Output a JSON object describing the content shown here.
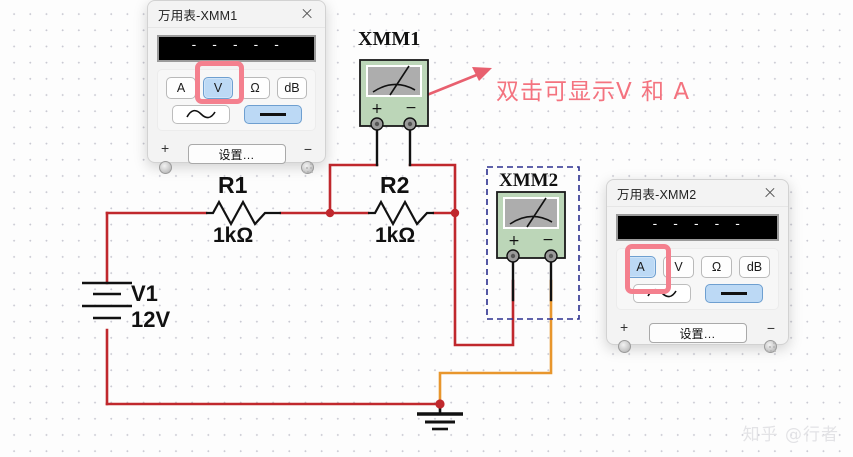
{
  "canvas": {
    "background_color": "#fdfdfd",
    "grid_dot_color": "#c9c9d2",
    "wire_red": "#c0282d",
    "wire_orange": "#e8962c",
    "wire_black": "#111111",
    "selection_color": "#2b2f8f",
    "annotation_color": "#f4737f"
  },
  "annotation": {
    "text": "双击可显示V 和 A"
  },
  "watermark": {
    "text": "知乎 @行者"
  },
  "circuit": {
    "source": {
      "ref": "V1",
      "value": "12V"
    },
    "resistors": [
      {
        "ref": "R1",
        "value": "1kΩ"
      },
      {
        "ref": "R2",
        "value": "1kΩ"
      }
    ],
    "instruments": [
      {
        "ref": "XMM1",
        "selected": false,
        "plus": "+",
        "minus": "−"
      },
      {
        "ref": "XMM2",
        "selected": true,
        "plus": "+",
        "minus": "−"
      }
    ],
    "ground": "ground-symbol"
  },
  "panels": [
    {
      "id": "xmm1",
      "title": "万用表-XMM1",
      "close_label": "close",
      "display": "- - - - -",
      "units": [
        {
          "label": "A",
          "selected": false
        },
        {
          "label": "V",
          "selected": true
        },
        {
          "label": "Ω",
          "selected": false
        },
        {
          "label": "dB",
          "selected": false
        }
      ],
      "highlighted_unit": "V",
      "waveforms": [
        {
          "name": "ac-sine",
          "selected": false
        },
        {
          "name": "dc-line",
          "selected": true
        }
      ],
      "terminal_plus": "+",
      "terminal_minus": "−",
      "settings_label": "设置…"
    },
    {
      "id": "xmm2",
      "title": "万用表-XMM2",
      "close_label": "close",
      "display": "- - - - -",
      "units": [
        {
          "label": "A",
          "selected": true
        },
        {
          "label": "V",
          "selected": false
        },
        {
          "label": "Ω",
          "selected": false
        },
        {
          "label": "dB",
          "selected": false
        }
      ],
      "highlighted_unit": "A",
      "waveforms": [
        {
          "name": "ac-sine",
          "selected": false
        },
        {
          "name": "dc-line",
          "selected": true
        }
      ],
      "terminal_plus": "+",
      "terminal_minus": "−",
      "settings_label": "设置…"
    }
  ]
}
